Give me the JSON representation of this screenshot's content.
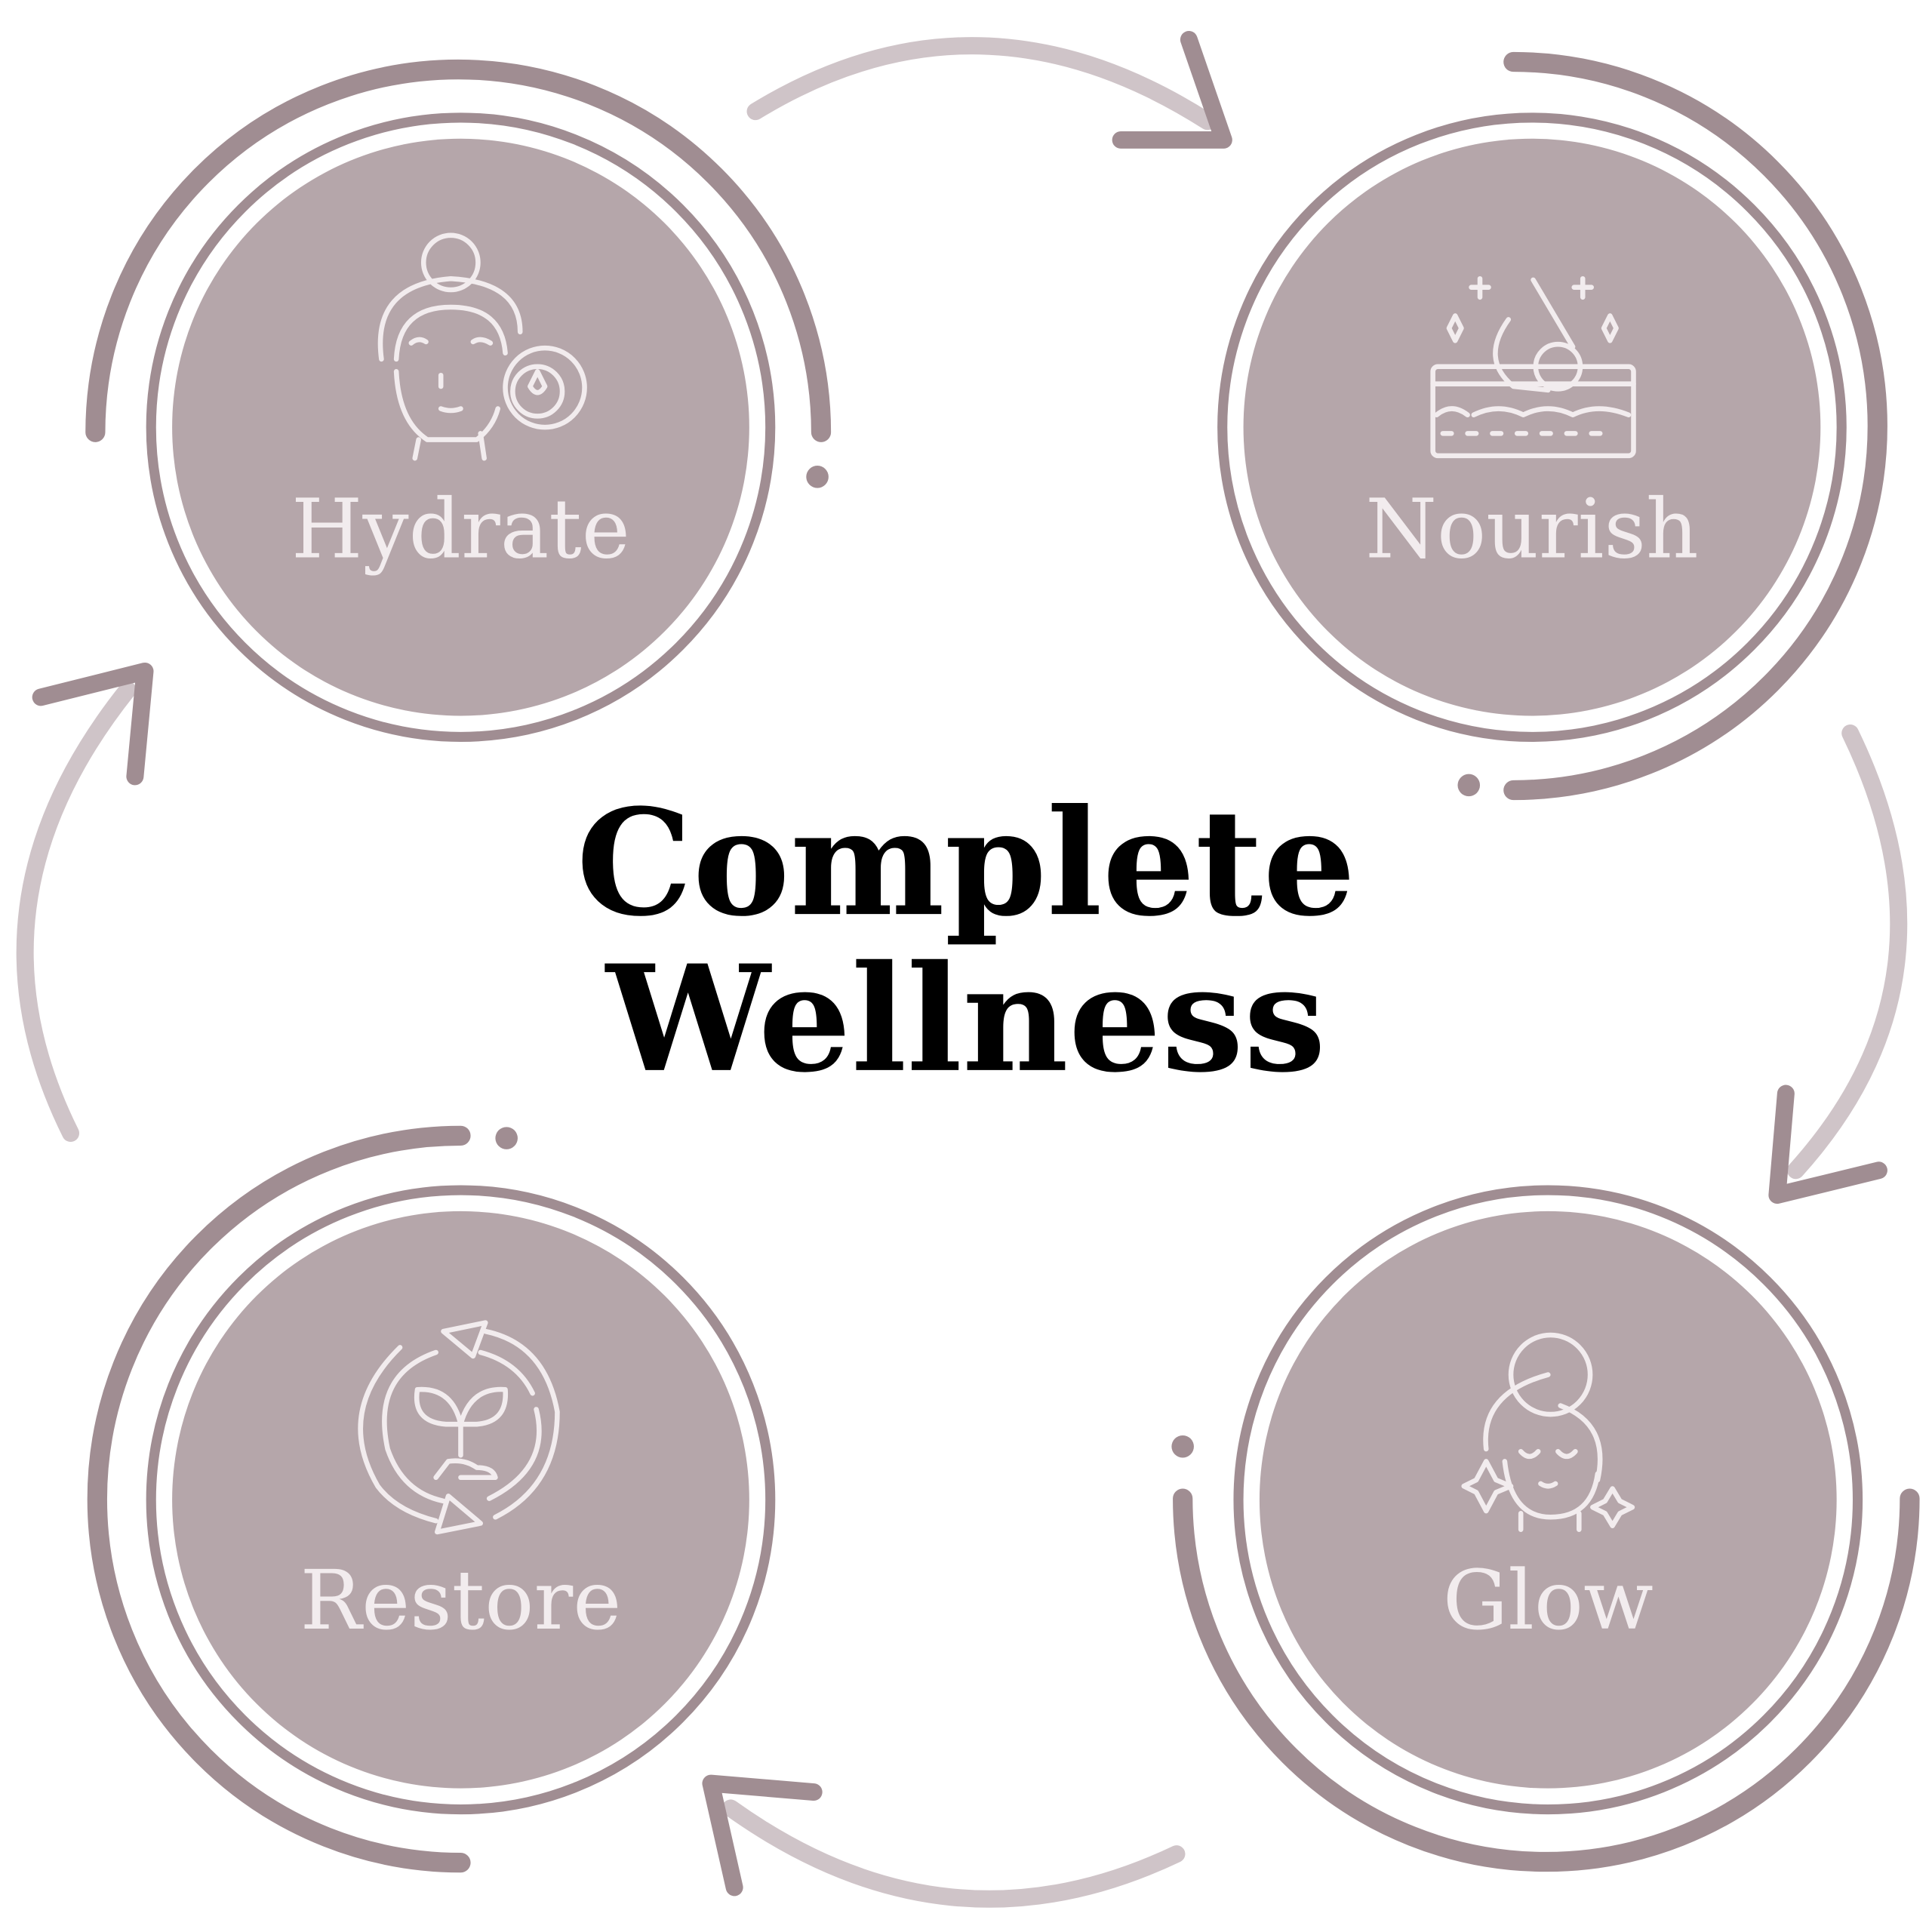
{
  "title": {
    "line1": "Complete",
    "line2": "Wellness"
  },
  "steps": [
    {
      "label": "Hydrate",
      "icon": "face-water-drop-icon"
    },
    {
      "label": "Nourish",
      "icon": "skin-layers-drop-leaf-icon"
    },
    {
      "label": "Glow",
      "icon": "face-sparkle-icon"
    },
    {
      "label": "Restore",
      "icon": "recycle-sprout-icon"
    }
  ],
  "colors": {
    "circle_fill": "#b5a6aa",
    "ring": "#a08d92",
    "connector": "#cfc4c8",
    "text_light": "#f2ecee"
  }
}
